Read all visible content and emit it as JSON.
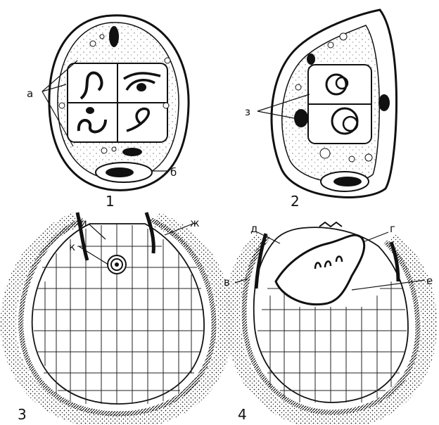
{
  "figures": [
    {
      "number": "1",
      "labels": [
        "а",
        "б"
      ]
    },
    {
      "number": "2",
      "labels": [
        "з"
      ]
    },
    {
      "number": "3",
      "labels": [
        "и",
        "ж",
        "к"
      ]
    },
    {
      "number": "4",
      "labels": [
        "д",
        "г",
        "в",
        "е"
      ]
    }
  ],
  "colors": {
    "ink": "#111111",
    "paper": "#ffffff"
  }
}
